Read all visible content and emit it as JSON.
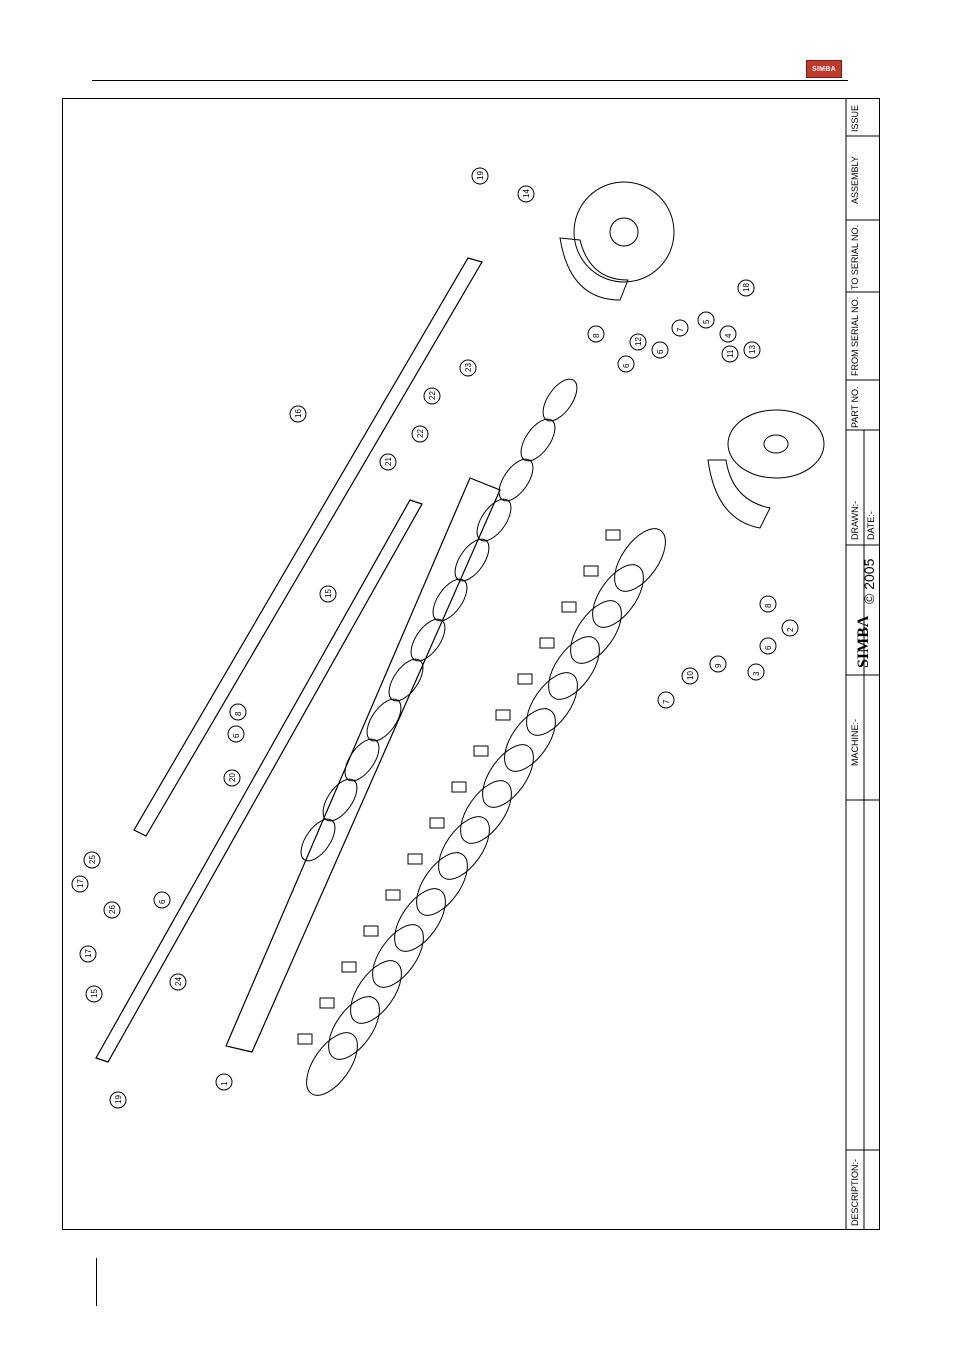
{
  "logo": {
    "text": "SIMBA",
    "color": "#c0392b"
  },
  "title_block": {
    "issue": "ISSUE",
    "assembly": "ASSEMBLY",
    "to_serial": "TO SERIAL NO.",
    "from_serial": "FROM SERIAL NO.",
    "part_no": "PART NO.",
    "drawn": "DRAWN:-",
    "date": "DATE:-",
    "copyright": "© 2005",
    "brand": "SIMBA",
    "machine": "MACHINE:-",
    "description": "DESCRIPTION:-"
  },
  "callouts": [
    "19",
    "14",
    "18",
    "8",
    "12",
    "6",
    "6",
    "7",
    "5",
    "4",
    "11",
    "13",
    "16",
    "23",
    "22",
    "22",
    "21",
    "15",
    "8",
    "6",
    "20",
    "25",
    "17",
    "26",
    "6",
    "17",
    "24",
    "15",
    "19",
    "1",
    "8",
    "2",
    "6",
    "3",
    "9",
    "10",
    "7"
  ]
}
